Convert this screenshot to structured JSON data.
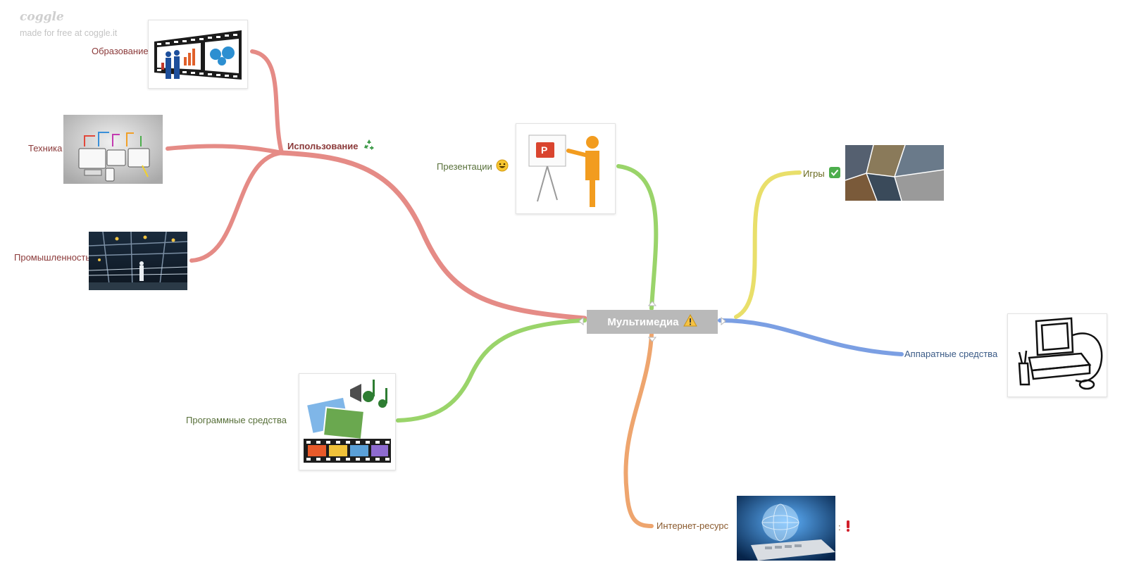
{
  "brand": {
    "logo": "coggle",
    "subtitle": "made for free at coggle.it"
  },
  "central": {
    "label": "Мультимедиа",
    "icon": "warning-icon"
  },
  "branches": {
    "usage": {
      "label": "Использование",
      "icon": "recycle-icon",
      "color": "#e58b86"
    },
    "education": {
      "label": "Образование"
    },
    "technique": {
      "label": "Техника"
    },
    "industry": {
      "label": "Промышленность"
    },
    "presentations": {
      "label": "Презентации",
      "icon": "smiley-icon",
      "color": "#9ad46a"
    },
    "games": {
      "label": "Игры",
      "icon": "checkmark-icon",
      "color": "#e9df6a"
    },
    "hardware": {
      "label": "Аппаратные средства",
      "color": "#7b9fe3"
    },
    "software": {
      "label": "Программные средства",
      "color": "#9ad46a"
    },
    "internet": {
      "label": "Интернет-ресурс",
      "suffix": ":",
      "icon": "exclamation-icon",
      "color": "#eea56e"
    }
  }
}
